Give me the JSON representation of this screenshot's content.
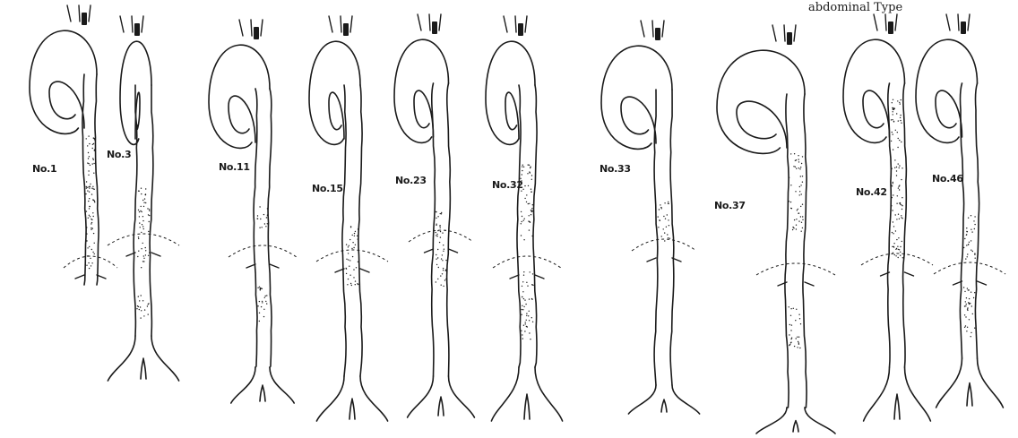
{
  "header": {
    "partial_caption": "abdominal Type"
  },
  "cases": [
    {
      "label": "No.1"
    },
    {
      "label": "No.3"
    },
    {
      "label": "No.11"
    },
    {
      "label": "No.15"
    },
    {
      "label": "No.23"
    },
    {
      "label": "No.32"
    },
    {
      "label": "No.33"
    },
    {
      "label": "No.37"
    },
    {
      "label": "No.42"
    },
    {
      "label": "No.46"
    }
  ],
  "colors": {
    "ink": "#1a1a1a",
    "paper": "#ffffff"
  }
}
